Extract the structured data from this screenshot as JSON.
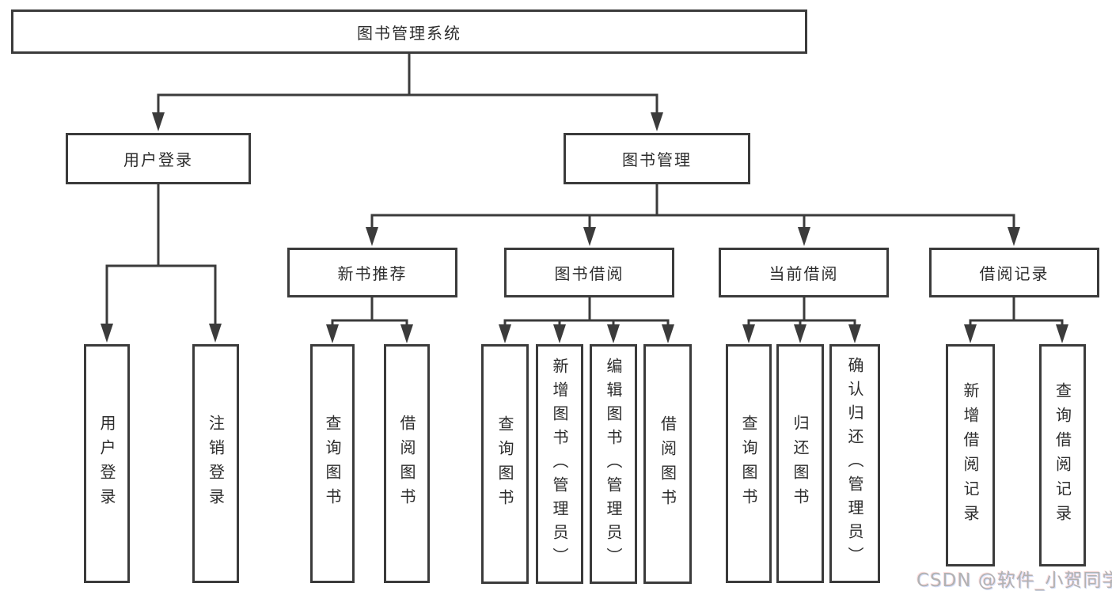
{
  "diagram": {
    "type": "function-structure-tree",
    "colors": {
      "line": "#3b3b3b",
      "box_border": "#3b3b3b",
      "text": "#2d2d2d",
      "background": "#ffffff",
      "watermark": "#b2b2b2"
    }
  },
  "tree": {
    "root": {
      "label": "图书管理系统"
    },
    "level2": [
      {
        "label": "用户登录"
      },
      {
        "label": "图书管理"
      }
    ],
    "level3": [
      {
        "label": "新书推荐"
      },
      {
        "label": "图书借阅"
      },
      {
        "label": "当前借阅"
      },
      {
        "label": "借阅记录"
      }
    ],
    "leaves": {
      "login": [
        {
          "label": "用户登录"
        },
        {
          "label": "注销登录"
        }
      ],
      "new_rec": [
        {
          "label": "查询图书"
        },
        {
          "label": "借阅图书"
        }
      ],
      "borrow": [
        {
          "label": "查询图书"
        },
        {
          "label": "新增图书（管理员）"
        },
        {
          "label": "编辑图书（管理员）"
        },
        {
          "label": "借阅图书"
        }
      ],
      "current": [
        {
          "label": "查询图书"
        },
        {
          "label": "归还图书"
        },
        {
          "label": "确认归还（管理员）"
        }
      ],
      "records": [
        {
          "label": "新增借阅记录"
        },
        {
          "label": "查询借阅记录"
        }
      ]
    }
  },
  "watermark": {
    "text": "CSDN @软件_小贺同学"
  }
}
